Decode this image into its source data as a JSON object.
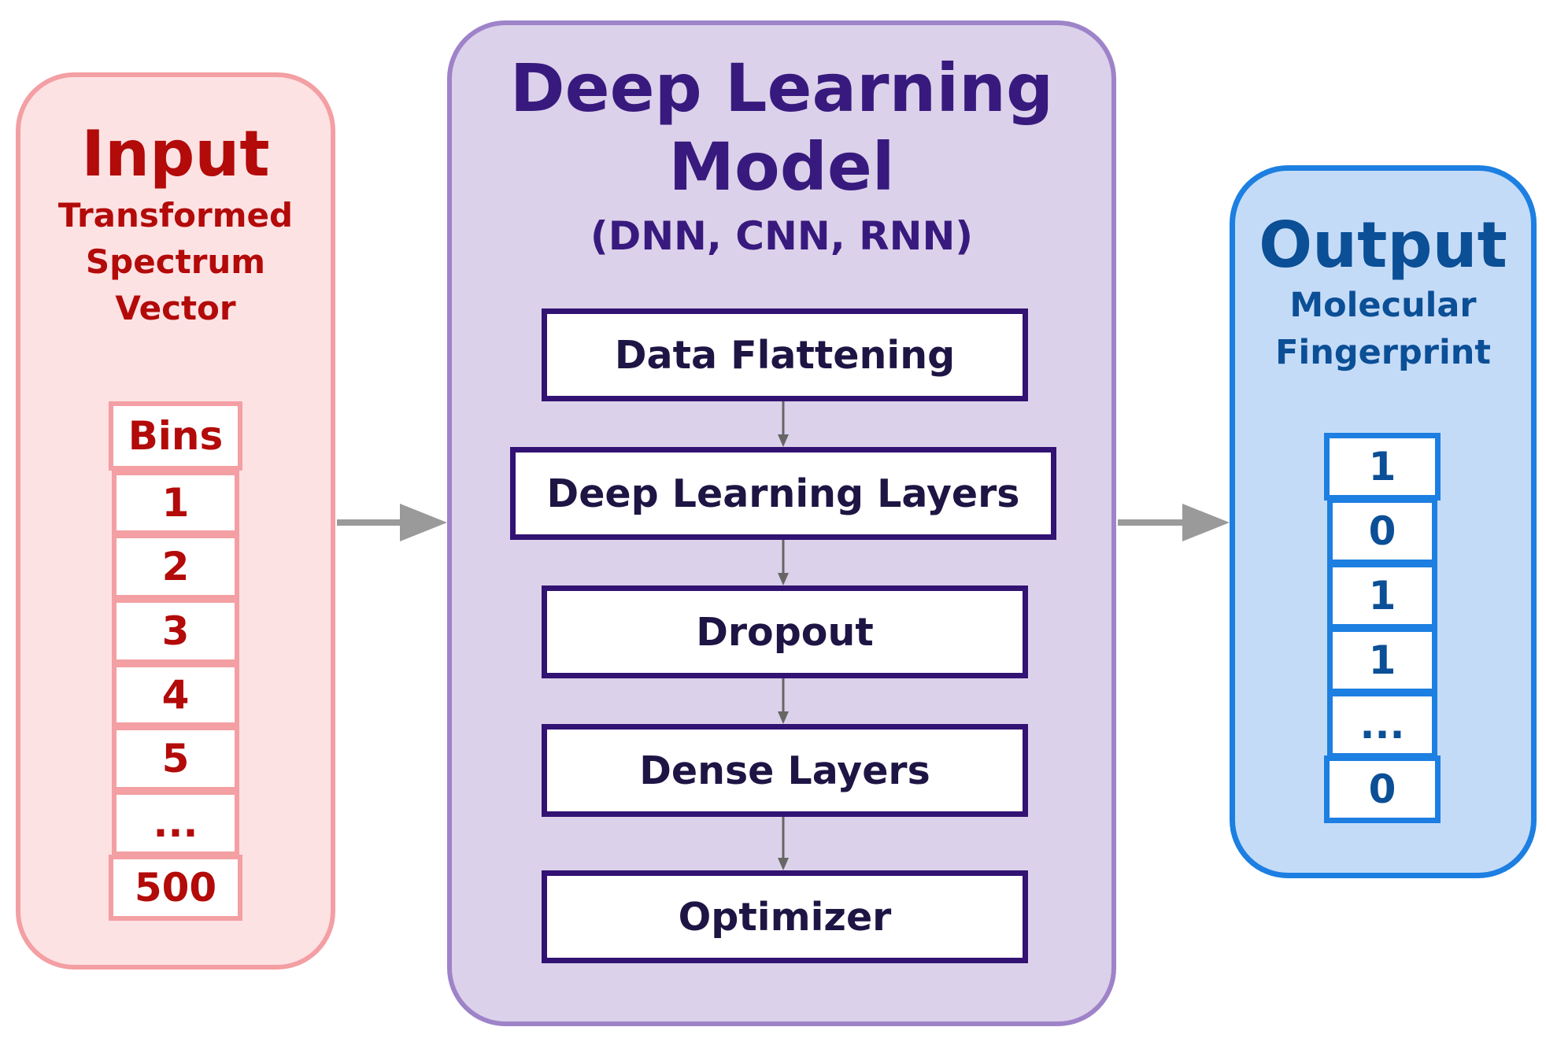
{
  "input": {
    "title": "Input",
    "subtitle_lines": [
      "Transformed",
      "Spectrum",
      "Vector"
    ],
    "header": "Bins",
    "cells": [
      "1",
      "2",
      "3",
      "4",
      "5",
      "...",
      "500"
    ]
  },
  "model": {
    "title_lines": [
      "Deep Learning",
      "Model"
    ],
    "subtitle": "(DNN, CNN, RNN)",
    "layers": [
      "Data Flattening",
      "Deep Learning Layers",
      "Dropout",
      "Dense Layers",
      "Optimizer"
    ]
  },
  "output": {
    "title": "Output",
    "subtitle_lines": [
      "Molecular",
      "Fingerprint"
    ],
    "cells": [
      "1",
      "0",
      "1",
      "1",
      "...",
      "0"
    ]
  },
  "colors": {
    "input_fill": "#fde2e3",
    "input_border": "#f39fa3",
    "input_text": "#b30a0a",
    "model_fill": "#dcd1ea",
    "model_border": "#9e83c9",
    "model_text": "#381a7e",
    "layer_border": "#321272",
    "output_fill": "#c4dbf8",
    "output_border": "#1c7fe1",
    "output_text": "#0b4f96",
    "arrow": "#9a9a9a",
    "connector": "#666666"
  }
}
